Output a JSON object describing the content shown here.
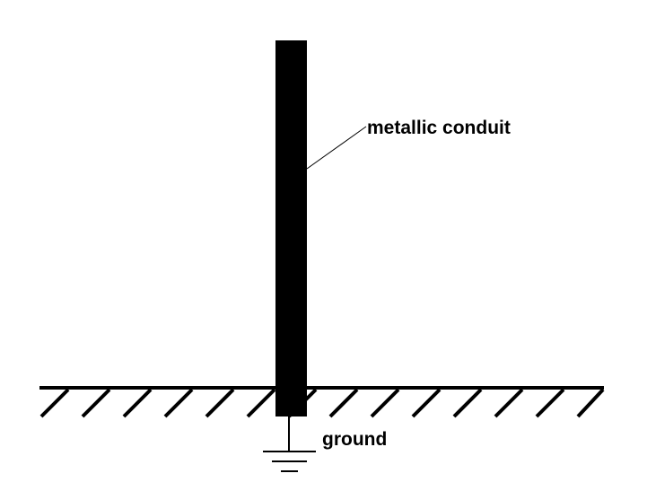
{
  "labels": {
    "conduit": "metallic conduit",
    "ground": "ground"
  },
  "colors": {
    "background": "#ffffff",
    "ink": "#000000"
  },
  "elements": {
    "conduit": "vertical metallic conduit (filled black bar)",
    "ground_surface": "hatched earth surface line",
    "ground_symbol": "electrical ground symbol"
  }
}
